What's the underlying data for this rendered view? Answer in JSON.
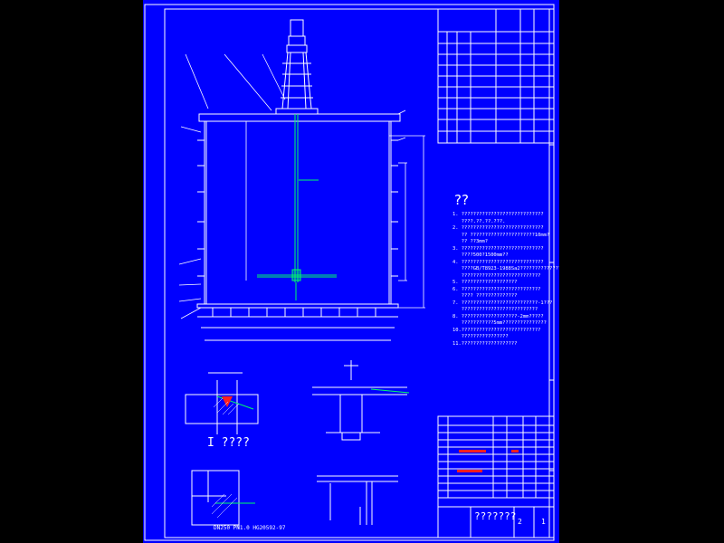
{
  "drawing": {
    "notes_title": "??",
    "notes": [
      "1. ????????????????????????????",
      "   ????.??.??.???.",
      "2. ????????????????????????????",
      "   ?? ??????????????????????10mm?",
      "   ?? ??3mm?",
      "3. ????????????????????????????",
      "   ????500?1500mm??",
      "4. ????????????????????????????",
      "   ????GB/T8923-1988Sa2???????????????",
      "   ???????????????????????????",
      "5. ???????????????????",
      "6. ???????????????????????????",
      "   ???? ??????????????",
      "7. ??????????????????????????-1???",
      "   ??????????????????????????",
      "8. ???????????????????-2mm?????",
      "   ???????????5mm???????????????",
      "10.???????????????????????????",
      "   ????????????????",
      "11.???????????????????"
    ],
    "detail_label": "I ????",
    "standard_ref": "DN250 PN1.0 HG20592-97",
    "title_block": {
      "drawing_name": "???????",
      "sheet": "2",
      "sheets_total": "1"
    }
  }
}
